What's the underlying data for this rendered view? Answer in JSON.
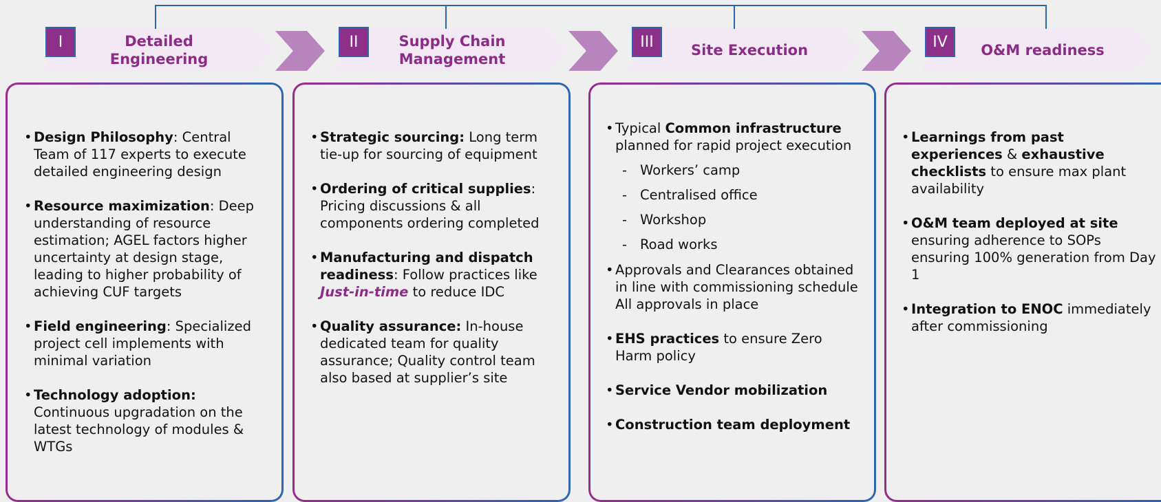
{
  "colors": {
    "brand_purple": "#8e2f8a",
    "brand_blue": "#2e66ad",
    "banner_bg": "#f2e9f4",
    "chevron": "#b784bd",
    "background": "#efefef"
  },
  "phases": [
    {
      "badge": "I",
      "title_lines": [
        "Detailed",
        "Engineering"
      ],
      "items": [
        {
          "bold": "Design Philosophy",
          "text": ": Central Team of 117 experts to execute detailed engineering design"
        },
        {
          "bold": "Resource maximization",
          "text": ": Deep understanding of resource estimation; AGEL factors higher uncertainty at design stage, leading to higher probability of achieving CUF targets"
        },
        {
          "bold": "Field engineering",
          "text": ": Specialized project cell implements with minimal variation"
        },
        {
          "bold": "Technology adoption:",
          "text": " Continuous upgradation on the latest technology  of modules & WTGs"
        }
      ]
    },
    {
      "badge": "II",
      "title_lines": [
        "Supply Chain",
        "Management"
      ],
      "items": [
        {
          "bold": "Strategic sourcing:",
          "text": " Long term tie-up for sourcing of equipment"
        },
        {
          "bold": "Ordering of critical supplies",
          "text": ": Pricing discussions & all components ordering completed"
        },
        {
          "bold": "Manufacturing and dispatch readiness",
          "text": ": Follow practices like ",
          "emphasis": "Just-in-time",
          "text2": " to reduce IDC"
        },
        {
          "bold": "Quality assurance:",
          "text": " In-house dedicated team for quality assurance; Quality control team also based at supplier’s site"
        }
      ]
    },
    {
      "badge": "III",
      "title_lines": [
        "Site Execution"
      ],
      "items": [
        {
          "prefix": "Typical ",
          "bold": "Common infrastructure",
          "text": " planned for rapid project execution",
          "subitems": [
            "Workers’ camp",
            "Centralised office",
            "Workshop",
            "Road works"
          ]
        },
        {
          "text": "Approvals and Clearances obtained in line with commissioning schedule All approvals in place"
        },
        {
          "bold": "EHS practices",
          "text": " to ensure Zero Harm policy"
        },
        {
          "bold": "Service Vendor mobilization"
        },
        {
          "bold": "Construction team deployment"
        }
      ]
    },
    {
      "badge": "IV",
      "title_lines": [
        "O&M readiness"
      ],
      "items": [
        {
          "bold": "Learnings from past experiences",
          "text": " & ",
          "bold2": "exhaustive checklists",
          "text2": " to ensure max plant availability"
        },
        {
          "bold": "O&M team deployed at site",
          "text": " ensuring adherence to SOPs ensuring 100% generation from Day 1"
        },
        {
          "bold": "Integration to ENOC",
          "text": " immediately after commissioning"
        }
      ]
    }
  ]
}
